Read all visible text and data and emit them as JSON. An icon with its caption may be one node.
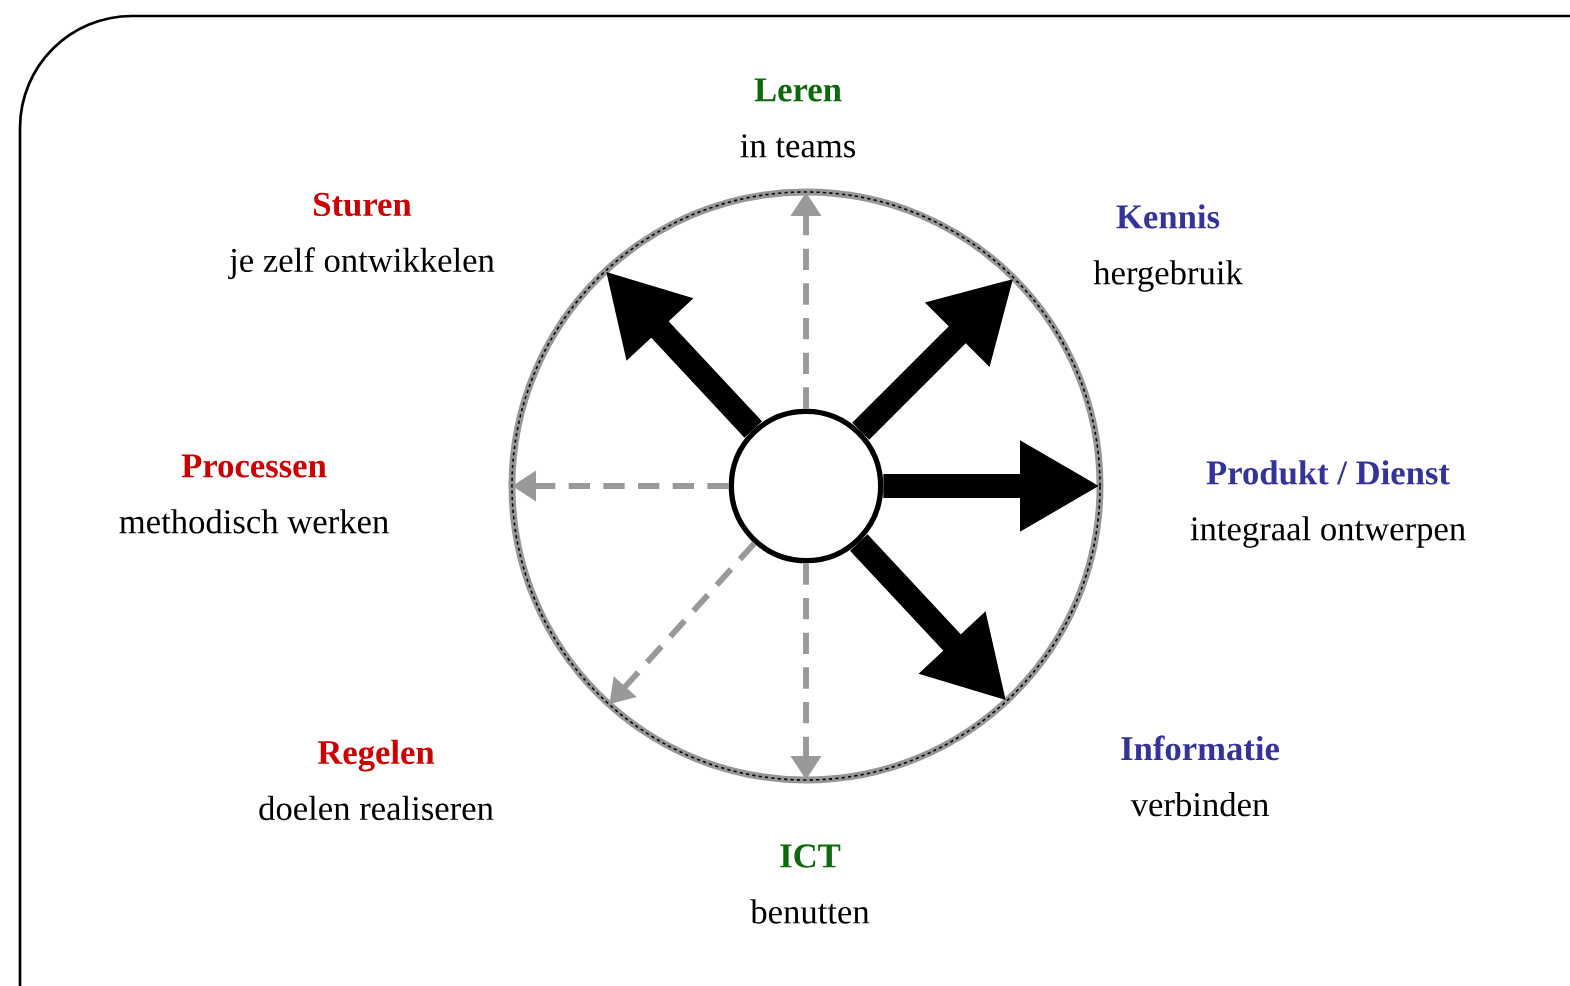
{
  "diagram": {
    "nodes": [
      {
        "text": [],
        "shape": "circle"
      },
      {
        "text": [
          "Leren",
          "in teams"
        ]
      },
      {
        "text": [
          "Sturen",
          "je zelf ontwikkelen"
        ]
      },
      {
        "text": [
          "Kennis",
          "hergebruik"
        ]
      },
      {
        "text": [
          "Processen",
          "methodisch werken"
        ]
      },
      {
        "text": [
          "Produkt / Dienst",
          "integraal ontwerpen"
        ]
      },
      {
        "text": [
          "Regelen",
          "doelen realiseren"
        ]
      },
      {
        "text": [
          "Informatie",
          "verbinden"
        ]
      },
      {
        "text": [
          "ICT",
          "benutten"
        ]
      }
    ],
    "edges": [
      {
        "from": 0,
        "to": 1,
        "arrow": "to",
        "style": "dashed",
        "color": "#999999"
      },
      {
        "from": 0,
        "to": 2,
        "arrow": "to",
        "style": "thick",
        "color": "#000000"
      },
      {
        "from": 0,
        "to": 3,
        "arrow": "to",
        "style": "thick",
        "color": "#000000"
      },
      {
        "from": 0,
        "to": 4,
        "arrow": "to",
        "style": "dashed",
        "color": "#999999"
      },
      {
        "from": 0,
        "to": 5,
        "arrow": "to",
        "style": "thick",
        "color": "#000000"
      },
      {
        "from": 0,
        "to": 6,
        "arrow": "to",
        "style": "dashed",
        "color": "#999999"
      },
      {
        "from": 0,
        "to": 7,
        "arrow": "to",
        "style": "thick",
        "color": "#000000"
      },
      {
        "from": 0,
        "to": 8,
        "arrow": "to",
        "style": "dashed",
        "color": "#999999"
      }
    ]
  }
}
